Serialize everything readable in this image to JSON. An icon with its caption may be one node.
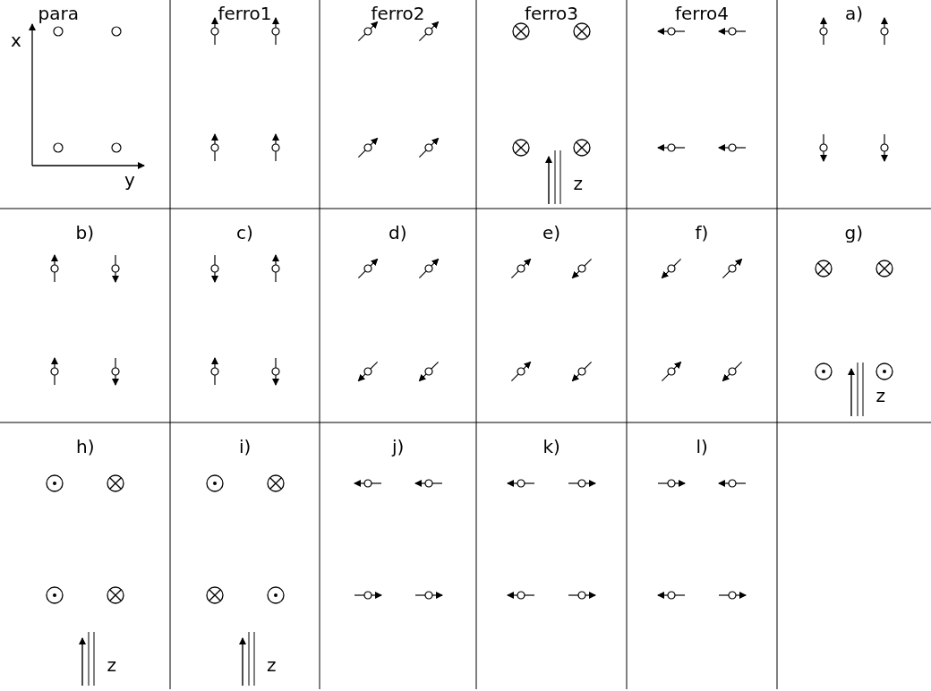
{
  "diagram": {
    "labels": [
      "para",
      "x",
      "y",
      "ferro1",
      "ferro2",
      "ferro3",
      "z",
      "ferro4",
      "a)",
      "b)",
      "c)",
      "d)",
      "e)",
      "f)",
      "g)",
      "z",
      "h)",
      "z",
      "i)",
      "z",
      "j)",
      "k)",
      "l)"
    ]
  }
}
